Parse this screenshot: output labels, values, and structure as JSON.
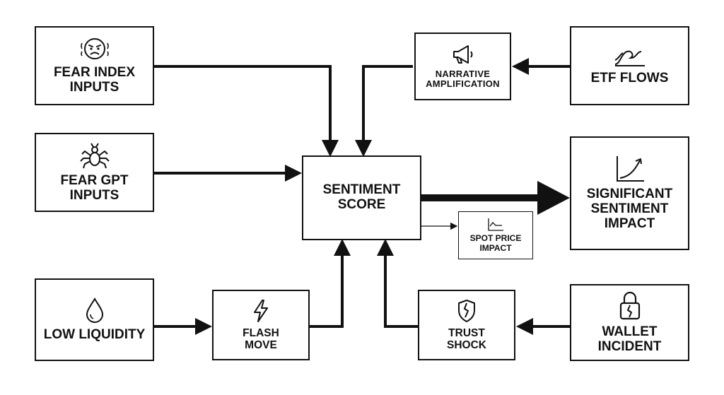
{
  "nodes": {
    "fear_index": {
      "label": "FEAR INDEX\nINPUTS",
      "icon": "anxious-face-icon"
    },
    "fear_gpt": {
      "label": "FEAR GPT\nINPUTS",
      "icon": "spider-icon"
    },
    "low_liquidity": {
      "label": "LOW LIQUIDITY",
      "icon": "water-drop-icon"
    },
    "flash_move": {
      "label": "FLASH\nMOVE",
      "icon": "lightning-icon"
    },
    "sentiment_score": {
      "label": "SENTIMENT\nSCORE"
    },
    "narrative": {
      "label": "NARRATIVE\nAMPLIFICATION",
      "icon": "megaphone-icon"
    },
    "etf_flows": {
      "label": "ETF FLOWS",
      "icon": "wave-icon"
    },
    "significant_impact": {
      "label": "SIGNIFICANT\nSENTIMENT\nIMPACT",
      "icon": "growth-chart-icon"
    },
    "spot_price": {
      "label": "SPOT PRICE\nIMPACT",
      "icon": "small-line-chart-icon"
    },
    "trust_shock": {
      "label": "TRUST\nSHOCK",
      "icon": "cracked-shield-icon"
    },
    "wallet_incident": {
      "label": "WALLET\nINCIDENT",
      "icon": "broken-lock-icon"
    }
  },
  "edges": [
    {
      "from": "fear_index",
      "to": "sentiment_score"
    },
    {
      "from": "narrative",
      "to": "sentiment_score"
    },
    {
      "from": "etf_flows",
      "to": "narrative"
    },
    {
      "from": "fear_gpt",
      "to": "sentiment_score"
    },
    {
      "from": "sentiment_score",
      "to": "significant_impact"
    },
    {
      "from": "sentiment_score",
      "to": "spot_price"
    },
    {
      "from": "low_liquidity",
      "to": "flash_move"
    },
    {
      "from": "flash_move",
      "to": "sentiment_score"
    },
    {
      "from": "wallet_incident",
      "to": "trust_shock"
    },
    {
      "from": "trust_shock",
      "to": "sentiment_score"
    }
  ],
  "colors": {
    "stroke": "#111111",
    "background": "#ffffff"
  }
}
